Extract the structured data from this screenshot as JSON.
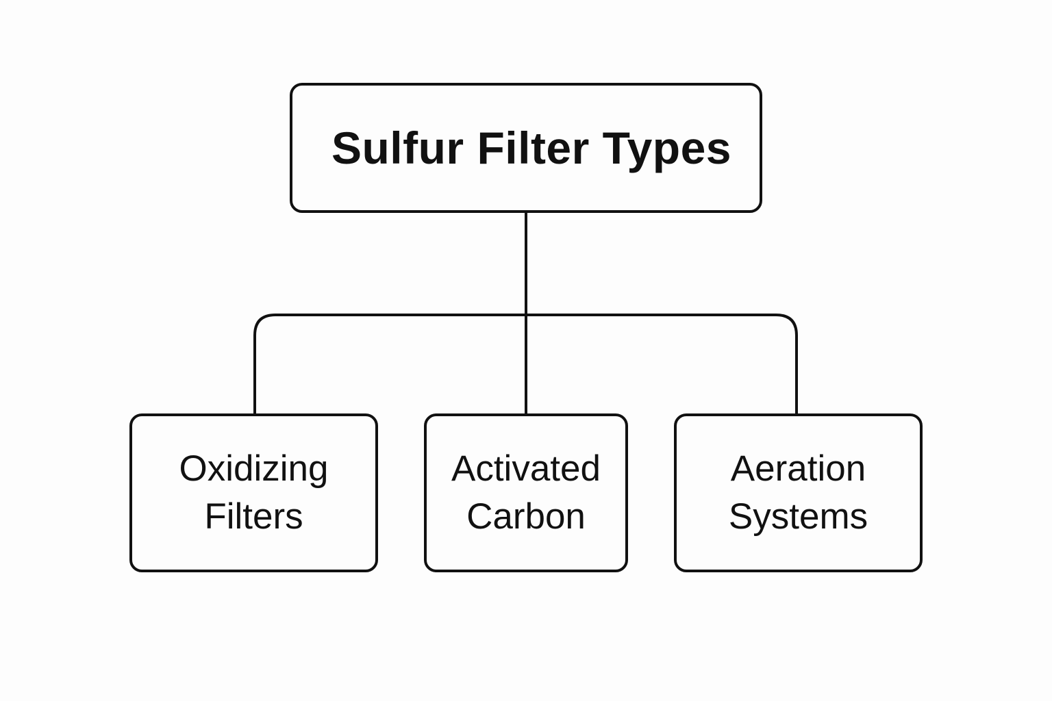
{
  "diagram": {
    "root": {
      "label": "Sulfur Filter Types"
    },
    "children": [
      {
        "label": "Oxidizing\nFilters"
      },
      {
        "label": "Activated\nCarbon"
      },
      {
        "label": "Aeration\nSystems"
      }
    ]
  },
  "colors": {
    "stroke": "#111111",
    "text": "#111111",
    "background": "#fdfdfd"
  }
}
